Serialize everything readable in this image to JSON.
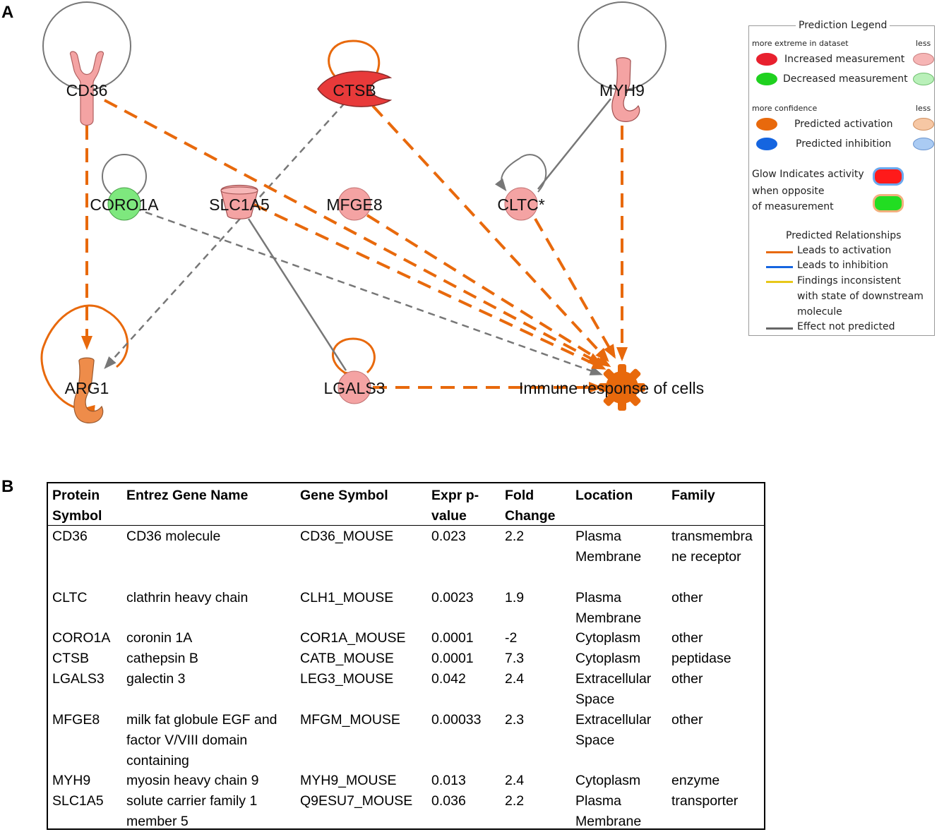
{
  "panels": {
    "a": "A",
    "b": "B"
  },
  "network": {
    "nodes": {
      "cd36": "CD36",
      "ctsb": "CTSB",
      "myh9": "MYH9",
      "coro1a": "CORO1A",
      "slc1a5": "SLC1A5",
      "mfge8": "MFGE8",
      "cltc": "CLTC*",
      "arg1": "ARG1",
      "lgals3": "LGALS3",
      "immune": "Immune response of cells"
    },
    "colors": {
      "increased_strong": "#e83a3a",
      "increased_weak": "#f4a3a3",
      "decreased": "#7ee87e",
      "predicted_activation": "#e8690c",
      "predicted_activation_weak": "#ee8c4a",
      "edge_activation": "#e8690c",
      "edge_not_predicted": "#777777"
    }
  },
  "legend": {
    "title": "Prediction Legend",
    "more_extreme": "more extreme in dataset",
    "less1": "less",
    "increased": "Increased measurement",
    "decreased": "Decreased measurement",
    "more_confidence": "more confidence",
    "less2": "less",
    "pred_activation": "Predicted activation",
    "pred_inhibition": "Predicted inhibition",
    "glow_1": "Glow Indicates activity",
    "glow_2": "when opposite",
    "glow_3": "of measurement",
    "relationships": "Predicted Relationships",
    "leads_activation": "Leads to activation",
    "leads_inhibition": "Leads to inhibition",
    "inconsistent_1": "Findings inconsistent",
    "inconsistent_2": "with state of downstream",
    "inconsistent_3": "molecule",
    "not_predicted": "Effect not predicted",
    "colors": {
      "increased_strong": "#e8202e",
      "increased_weak": "#f6b5b5",
      "decreased_strong": "#1fd11f",
      "decreased_weak": "#b9f0b9",
      "activation_strong": "#e8690c",
      "activation_weak": "#f6c7a4",
      "inhibition_strong": "#1565e0",
      "inhibition_weak": "#aacbf3",
      "line_activation": "#e8690c",
      "line_inhibition": "#1565e0",
      "line_inconsistent": "#e8c81a",
      "line_not_predicted": "#666666"
    }
  },
  "table": {
    "headers": {
      "protein_1": "Protein",
      "protein_2": "Symbol",
      "entrez": "Entrez Gene Name",
      "gene": "Gene Symbol",
      "expr_1": "Expr p-",
      "expr_2": "value",
      "fold_1": "Fold",
      "fold_2": "Change",
      "location": "Location",
      "family": "Family"
    },
    "rows": [
      {
        "protein": "CD36",
        "entrez_1": "CD36 molecule",
        "entrez_2": "",
        "entrez_3": "",
        "gene": "CD36_MOUSE",
        "expr": "0.023",
        "fold": "2.2",
        "loc_1": "Plasma",
        "loc_2": "Membrane",
        "fam_1": "transmembra",
        "fam_2": "ne receptor"
      },
      {
        "protein": "CLTC",
        "entrez_1": "clathrin heavy chain",
        "entrez_2": "",
        "entrez_3": "",
        "gene": "CLH1_MOUSE",
        "expr": "0.0023",
        "fold": "1.9",
        "loc_1": "Plasma",
        "loc_2": "Membrane",
        "fam_1": "other",
        "fam_2": ""
      },
      {
        "protein": "CORO1A",
        "entrez_1": "coronin 1A",
        "entrez_2": "",
        "entrez_3": "",
        "gene": "COR1A_MOUSE",
        "expr": "0.0001",
        "fold": "-2",
        "loc_1": "Cytoplasm",
        "loc_2": "",
        "fam_1": "other",
        "fam_2": ""
      },
      {
        "protein": "CTSB",
        "entrez_1": "cathepsin B",
        "entrez_2": "",
        "entrez_3": "",
        "gene": "CATB_MOUSE",
        "expr": "0.0001",
        "fold": "7.3",
        "loc_1": "Cytoplasm",
        "loc_2": "",
        "fam_1": "peptidase",
        "fam_2": ""
      },
      {
        "protein": "LGALS3",
        "entrez_1": "galectin 3",
        "entrez_2": "",
        "entrez_3": "",
        "gene": "LEG3_MOUSE",
        "expr": "0.042",
        "fold": "2.4",
        "loc_1": "Extracellular",
        "loc_2": "Space",
        "fam_1": "other",
        "fam_2": ""
      },
      {
        "protein": "MFGE8",
        "entrez_1": "milk fat globule EGF and",
        "entrez_2": "factor V/VIII domain",
        "entrez_3": "containing",
        "gene": "MFGM_MOUSE",
        "expr": "0.00033",
        "fold": "2.3",
        "loc_1": "Extracellular",
        "loc_2": "Space",
        "fam_1": "other",
        "fam_2": ""
      },
      {
        "protein": "MYH9",
        "entrez_1": "myosin heavy chain 9",
        "entrez_2": "",
        "entrez_3": "",
        "gene": "MYH9_MOUSE",
        "expr": "0.013",
        "fold": "2.4",
        "loc_1": "Cytoplasm",
        "loc_2": "",
        "fam_1": "enzyme",
        "fam_2": ""
      },
      {
        "protein": "SLC1A5",
        "entrez_1": "solute carrier family 1",
        "entrez_2": "member 5",
        "entrez_3": "",
        "gene": "Q9ESU7_MOUSE",
        "expr": "0.036",
        "fold": "2.2",
        "loc_1": "Plasma",
        "loc_2": "Membrane",
        "fam_1": "transporter",
        "fam_2": ""
      }
    ]
  }
}
